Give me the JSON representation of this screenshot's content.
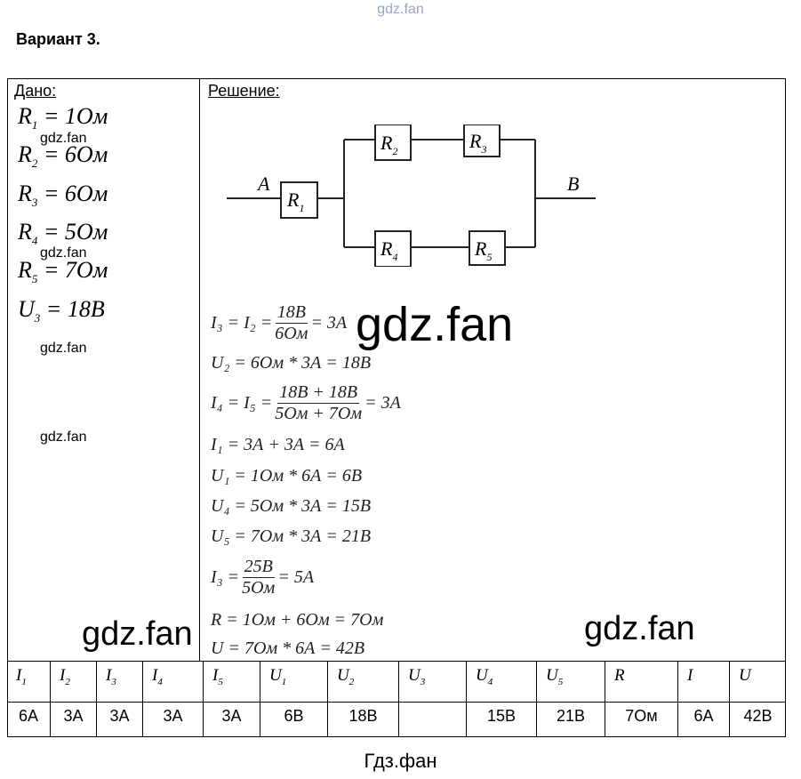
{
  "watermark": "gdz.fan",
  "title": "Вариант 3.",
  "given_header": "Дано:",
  "solution_header": "Решение:",
  "given": [
    {
      "sym": "R",
      "sub": "1",
      "val": "= 1Ом"
    },
    {
      "sym": "R",
      "sub": "2",
      "val": "= 6Ом"
    },
    {
      "sym": "R",
      "sub": "3",
      "val": "= 6Ом"
    },
    {
      "sym": "R",
      "sub": "4",
      "val": "= 5Ом"
    },
    {
      "sym": "R",
      "sub": "5",
      "val": "= 7Ом"
    },
    {
      "sym": "U",
      "sub": "3",
      "val": "= 18В"
    }
  ],
  "circuit": {
    "node_a": "A",
    "node_b": "B",
    "resistors": [
      "R1",
      "R2",
      "R3",
      "R4",
      "R5"
    ]
  },
  "formulas": {
    "f1": {
      "lhs": "I₃ = I₂ =",
      "num": "18В",
      "den": "6Ом",
      "rhs": "= 3А"
    },
    "f2": "U₂ = 6Ом * 3А = 18В",
    "f3": {
      "lhs": "I₄ = I₅ =",
      "num": "18В + 18В",
      "den": "5Ом + 7Ом",
      "rhs": "= 3А"
    },
    "f4": "I₁ = 3А + 3А = 6А",
    "f5": "U₁ = 1Ом * 6А = 6В",
    "f6": "U₄ = 5Ом * 3А = 15В",
    "f7": "U₅ = 7Ом * 3А = 21В",
    "f8": {
      "lhs": "I₃ =",
      "num": "25В",
      "den": "5Ом",
      "rhs": "= 5А"
    },
    "f9": "R = 1Ом + 6Ом = 7Ом",
    "f10": "U = 7Ом * 6А = 42В"
  },
  "table": {
    "headers": [
      {
        "s": "I",
        "b": "1"
      },
      {
        "s": "I",
        "b": "2"
      },
      {
        "s": "I",
        "b": "3"
      },
      {
        "s": "I",
        "b": "4"
      },
      {
        "s": "I",
        "b": "5"
      },
      {
        "s": "U",
        "b": "1"
      },
      {
        "s": "U",
        "b": "2"
      },
      {
        "s": "U",
        "b": "3"
      },
      {
        "s": "U",
        "b": "4"
      },
      {
        "s": "U",
        "b": "5"
      },
      {
        "s": "R",
        "b": ""
      },
      {
        "s": "I",
        "b": ""
      },
      {
        "s": "U",
        "b": ""
      }
    ],
    "values": [
      "6А",
      "3А",
      "3А",
      "3А",
      "3А",
      "6В",
      "18В",
      "",
      "15В",
      "21В",
      "7Ом",
      "6А",
      "42В"
    ]
  },
  "footer": "Гдз.фан"
}
